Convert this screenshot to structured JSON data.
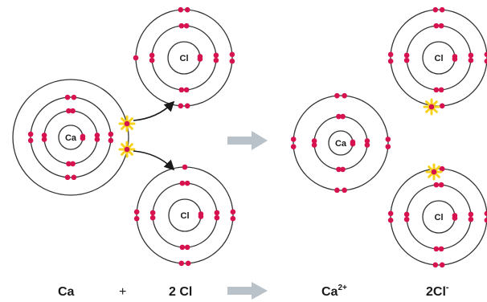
{
  "colors": {
    "shell": "#333333",
    "electron": "#d6134f",
    "transferred_electron_glow": "#f7d21c",
    "arrow": "#1a1a1a",
    "reaction_arrow": "#b9c1c9"
  },
  "atoms": {
    "ca": {
      "label": "Ca"
    },
    "cl_top": {
      "label": "Cl"
    },
    "cl_bottom": {
      "label": "Cl"
    },
    "ca_ion": {
      "label": "Ca"
    },
    "cl_ion_top": {
      "label": "Cl"
    },
    "cl_ion_bottom": {
      "label": "Cl"
    }
  },
  "equation": {
    "reactant_1": "Ca",
    "plus": "+",
    "reactant_2": "2 Cl",
    "product_1_base": "Ca",
    "product_1_charge": "2+",
    "product_2_base": "2Cl",
    "product_2_charge": "-"
  }
}
